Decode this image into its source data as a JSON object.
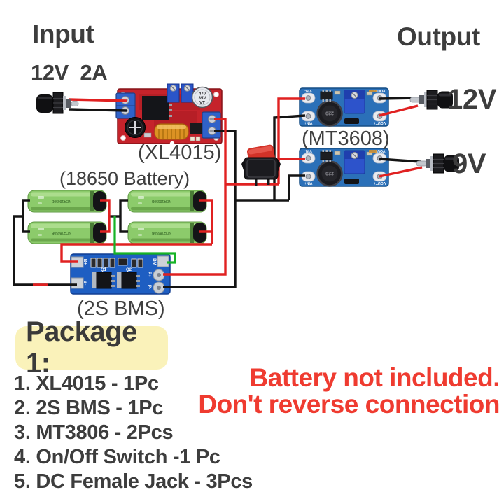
{
  "title_block": {
    "input_title": "Input",
    "input_spec": "12V  2A",
    "output_title": "Output"
  },
  "outputs": {
    "jack1": "12V",
    "jack2": "9V"
  },
  "component_labels": {
    "xl4015": "(XL4015)",
    "mt3608": "(MT3608)",
    "battery": "(18650 Battery)",
    "bms": "(2S BMS)"
  },
  "xl4015_board": {
    "cap_value": "470",
    "cap_voltage": "35V",
    "cap_series": "VT"
  },
  "mt3608_board": {
    "vin_minus": "VIN-",
    "vin_plus": "VIN+",
    "vout_minus": "VOUT-",
    "vout_plus": "VOUT+",
    "inductor_value": "220"
  },
  "battery_cell": {
    "model": "NCR18650B"
  },
  "bms_board": {
    "b_plus": "B+",
    "b_minus": "B-",
    "bm": "BM",
    "p_plus": "P+",
    "p_minus": "P-",
    "q1": "Q1",
    "q2": "Q2"
  },
  "package": {
    "title": "Package 1:",
    "items": [
      "1. XL4015 - 1Pc",
      "2. 2S BMS - 1Pc",
      "3. MT3806 - 2Pcs",
      "4. On/Off Switch -1 Pc",
      "5. DC Female Jack - 3Pcs"
    ]
  },
  "warnings": {
    "line1": "Battery not included.",
    "line2": "Don't reverse connection"
  },
  "colors": {
    "text_dark": "#3d3d3d",
    "warning_red": "#ef3b30",
    "highlight_yellow": "#faf2ba",
    "wire_red": "#e02121",
    "wire_black": "#141414",
    "wire_green": "#17b327",
    "pcb_red": "#c5232b",
    "pcb_blue": "#2b70b8",
    "bms_blue": "#1e5ec2",
    "battery_green": "#8ccb6b"
  }
}
